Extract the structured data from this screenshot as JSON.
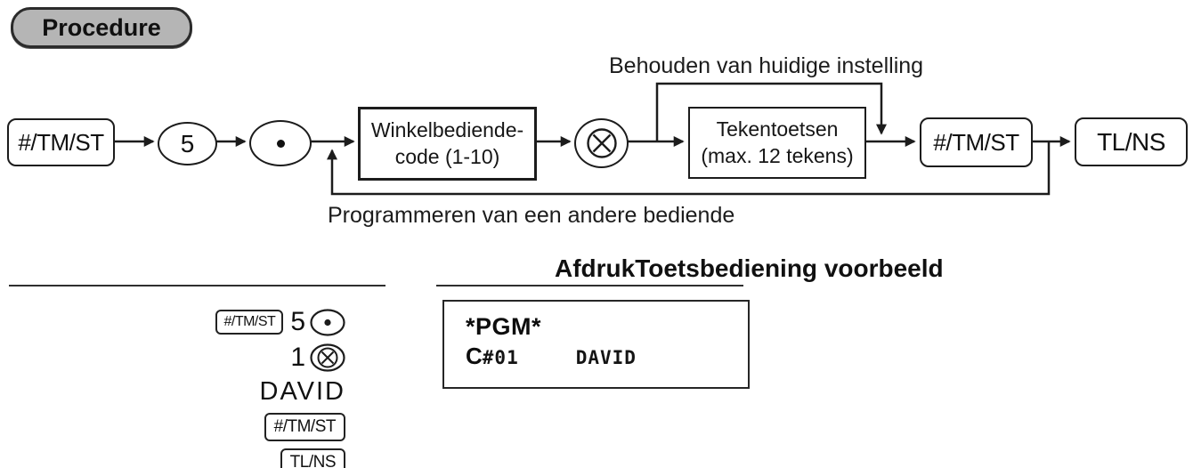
{
  "procedure_label": "Procedure",
  "flow": {
    "key_tmst": "#/TM/ST",
    "digit_5": "5",
    "clerk_box": {
      "line1": "Winkelbediende-",
      "line2": "code (1-10)"
    },
    "chars_box": {
      "line1": "Tekentoetsen",
      "line2": "(max. 12 tekens)"
    },
    "key_tmst2": "#/TM/ST",
    "key_tlns": "TL/NS",
    "keep_label": "Behouden van huidige instelling",
    "loop_label": "Programmeren van een andere bediende"
  },
  "keyseq": {
    "row1": {
      "key": "#/TM/ST",
      "digit": "5"
    },
    "row2": {
      "digit": "1"
    },
    "row3": {
      "text": "DAVID"
    },
    "row4": {
      "key": "#/TM/ST"
    },
    "row5": {
      "key": "TL/NS"
    }
  },
  "print_example": {
    "title": "AfdrukToetsbediening voorbeeld",
    "line1": "*PGM*",
    "line2_clerk_prefix": "C",
    "line2_clerk_code": "#01",
    "line2_name": "DAVID"
  },
  "colors": {
    "ink": "#1c1c1c",
    "pill_fill": "#b5b5b5",
    "background": "#ffffff"
  }
}
